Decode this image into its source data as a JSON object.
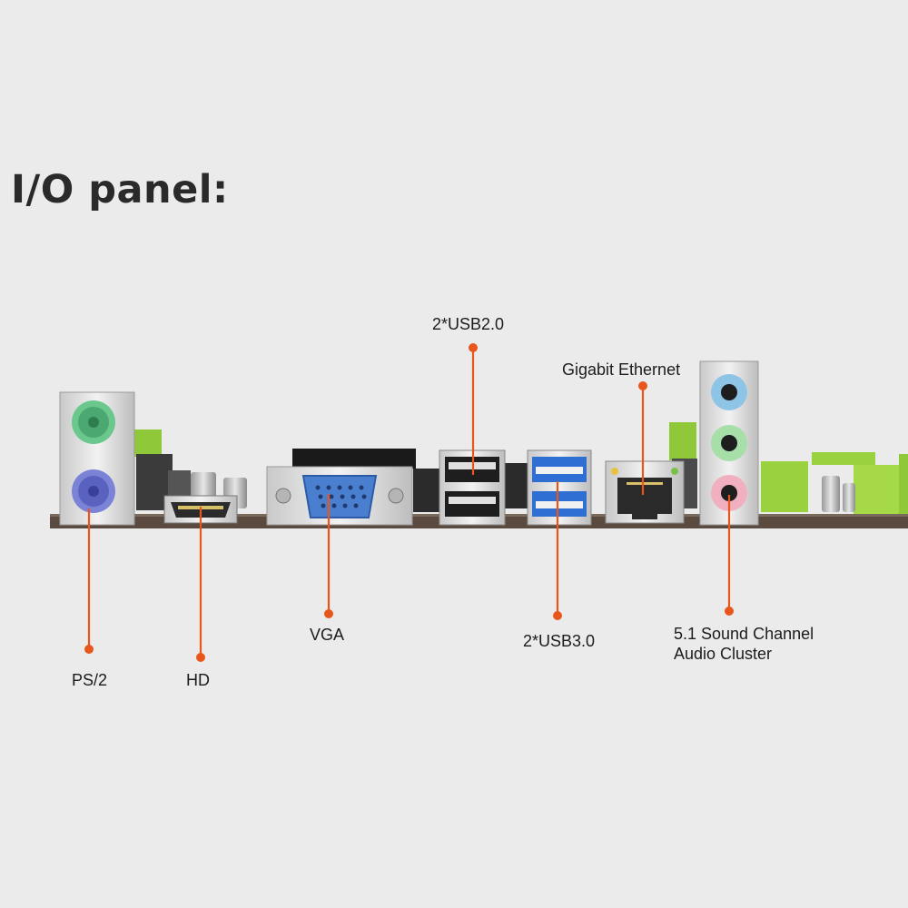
{
  "title": "I/O panel:",
  "accent_color": "#e8561b",
  "ports": {
    "ps2": {
      "label": "PS/2",
      "icon": "ps2-port-icon"
    },
    "hd": {
      "label": "HD",
      "icon": "hdmi-port-icon"
    },
    "vga": {
      "label": "VGA",
      "icon": "vga-port-icon"
    },
    "usb2": {
      "label": "2*USB2.0",
      "icon": "usb2-port-icon"
    },
    "usb3": {
      "label": "2*USB3.0",
      "icon": "usb3-port-icon"
    },
    "ethernet": {
      "label": "Gigabit Ethernet",
      "icon": "ethernet-port-icon"
    },
    "audio": {
      "line1": "5.1 Sound Channel",
      "line2": "Audio Cluster",
      "icon": "audio-jack-icon"
    }
  }
}
